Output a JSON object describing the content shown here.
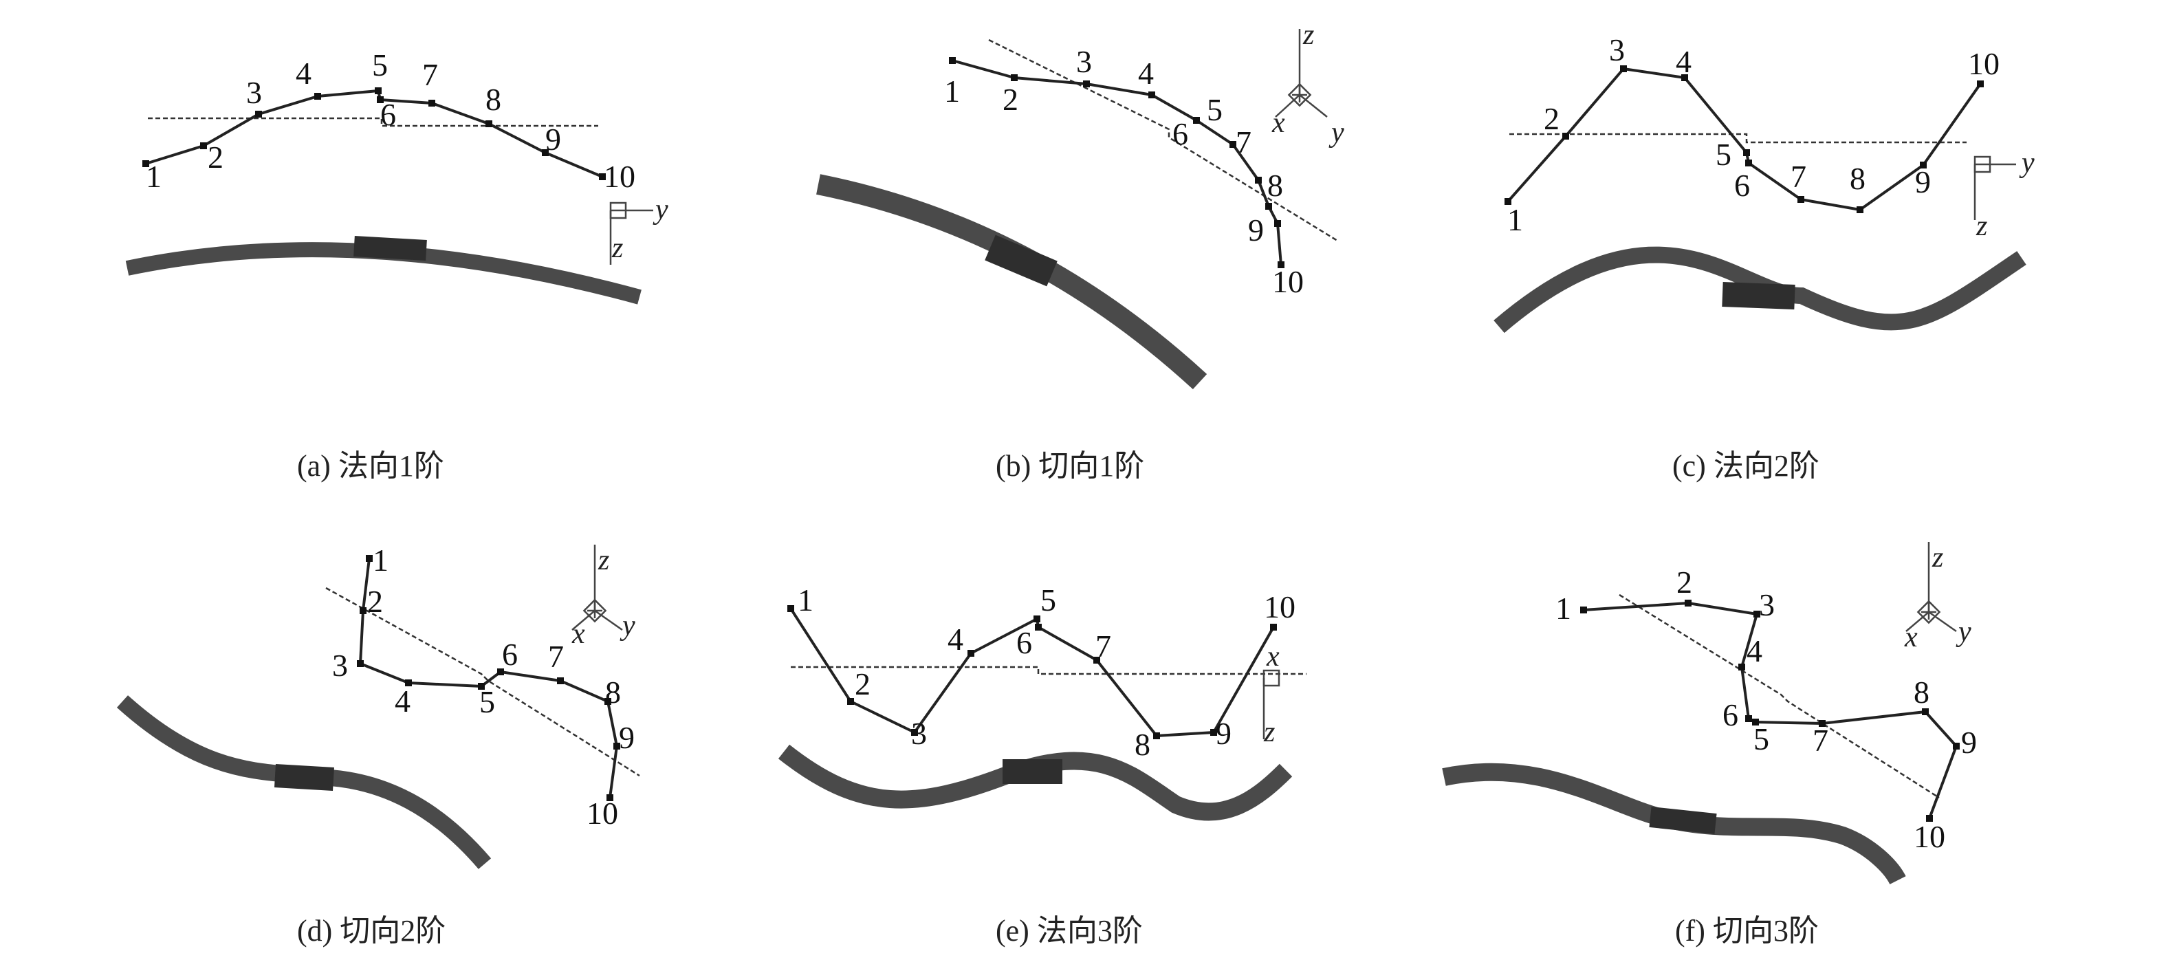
{
  "panels": [
    {
      "caption": "(a) 法向1阶",
      "node_labels": [
        "1",
        "2",
        "3",
        "4",
        "5",
        "6",
        "7",
        "8",
        "9",
        "10"
      ],
      "axes": [
        "y",
        "z"
      ]
    },
    {
      "caption": "(b) 切向1阶",
      "node_labels": [
        "1",
        "2",
        "3",
        "4",
        "5",
        "6",
        "7",
        "8",
        "9",
        "10"
      ],
      "axes": [
        "z",
        "x",
        "y"
      ]
    },
    {
      "caption": "(c) 法向2阶",
      "node_labels": [
        "1",
        "2",
        "3",
        "4",
        "5",
        "6",
        "7",
        "8",
        "9",
        "10"
      ],
      "axes": [
        "y",
        "z"
      ]
    },
    {
      "caption": "(d) 切向2阶",
      "node_labels": [
        "1",
        "2",
        "3",
        "4",
        "5",
        "6",
        "7",
        "8",
        "9",
        "10"
      ],
      "axes": [
        "z",
        "x",
        "y"
      ]
    },
    {
      "caption": "(e) 法向3阶",
      "node_labels": [
        "1",
        "2",
        "3",
        "4",
        "5",
        "6",
        "7",
        "8",
        "9",
        "10"
      ],
      "axes": [
        "x",
        "z"
      ]
    },
    {
      "caption": "(f) 切向3阶",
      "node_labels": [
        "1",
        "2",
        "3",
        "4",
        "5",
        "6",
        "7",
        "8",
        "9",
        "10"
      ],
      "axes": [
        "z",
        "x",
        "y"
      ]
    }
  ],
  "colors": {
    "line": "#222222",
    "beam": "#4a4a4a",
    "beam_dark": "#2c2c2c"
  }
}
